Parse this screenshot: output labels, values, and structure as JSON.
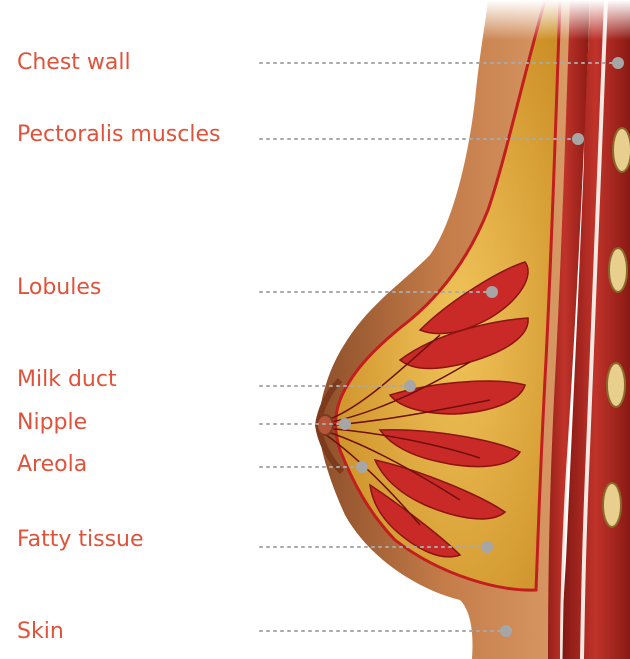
{
  "colors": {
    "label_text": "#e0533a",
    "leader_line": "#a8a8a8",
    "marker_dot": "#a6a6a6",
    "skin": "#b06a3c",
    "fat": "#e2a531",
    "lobule": "#c92a28",
    "muscle": "#a5221c"
  },
  "labels": [
    {
      "id": "chest-wall",
      "text": "Chest wall"
    },
    {
      "id": "pectoralis-muscles",
      "text": "Pectoralis muscles"
    },
    {
      "id": "lobules",
      "text": "Lobules"
    },
    {
      "id": "milk-duct",
      "text": "Milk duct"
    },
    {
      "id": "nipple",
      "text": "Nipple"
    },
    {
      "id": "areola",
      "text": "Areola"
    },
    {
      "id": "fatty-tissue",
      "text": "Fatty tissue"
    },
    {
      "id": "skin",
      "text": "Skin"
    }
  ]
}
